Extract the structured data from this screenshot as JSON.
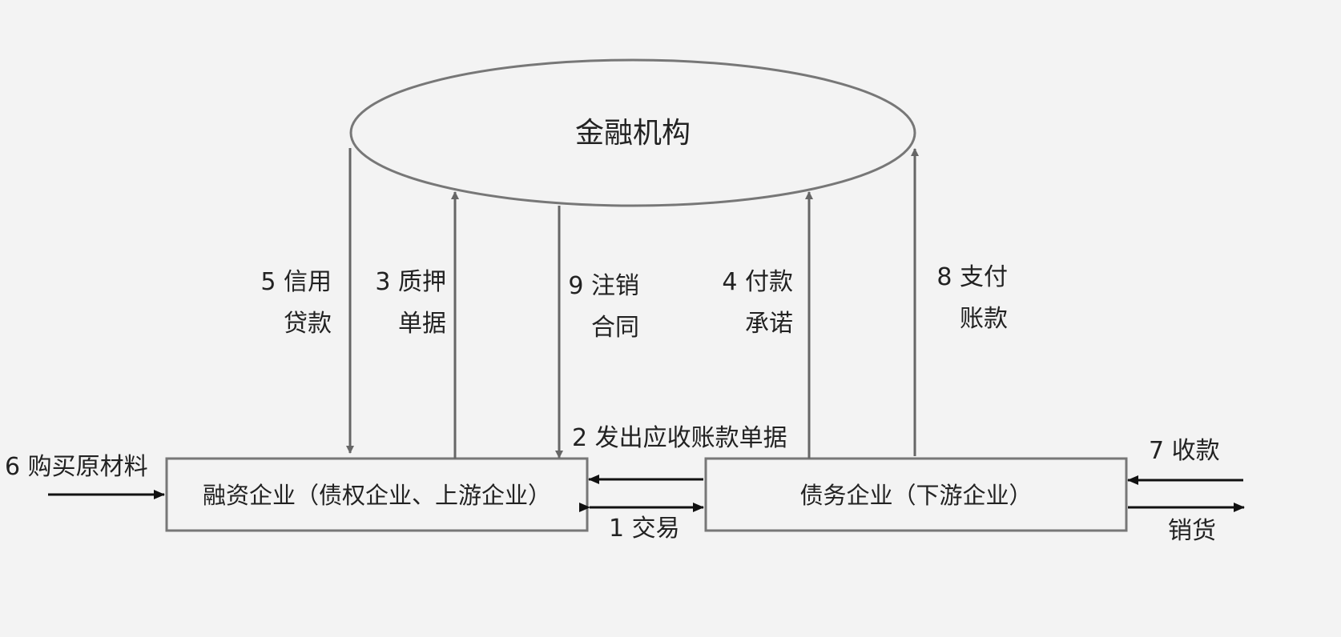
{
  "nodes": {
    "financial_institution": "金融机构",
    "financing_company": "融资企业（债权企业、上游企业）",
    "debtor_company": "债务企业（下游企业）"
  },
  "flows": {
    "credit_loan": {
      "line1": "5 信用",
      "line2": "贷款"
    },
    "pledge_docs": {
      "line1": "3 质押",
      "line2": "单据"
    },
    "cancel_contract": {
      "line1": "9 注销",
      "line2": "合同"
    },
    "payment_promise": {
      "line1": "4 付款",
      "line2": "承诺"
    },
    "pay_account": {
      "line1": "8 支付",
      "line2": "账款"
    },
    "issue_receivable": "2 发出应收账款单据",
    "transaction": "1 交易",
    "buy_materials": "6 购买原材料",
    "collect_payment": "7 收款",
    "sell_goods": "销货"
  },
  "colors": {
    "background": "#f3f3f3",
    "line": "#666666",
    "arrow_dark": "#111111",
    "text": "#222222"
  }
}
